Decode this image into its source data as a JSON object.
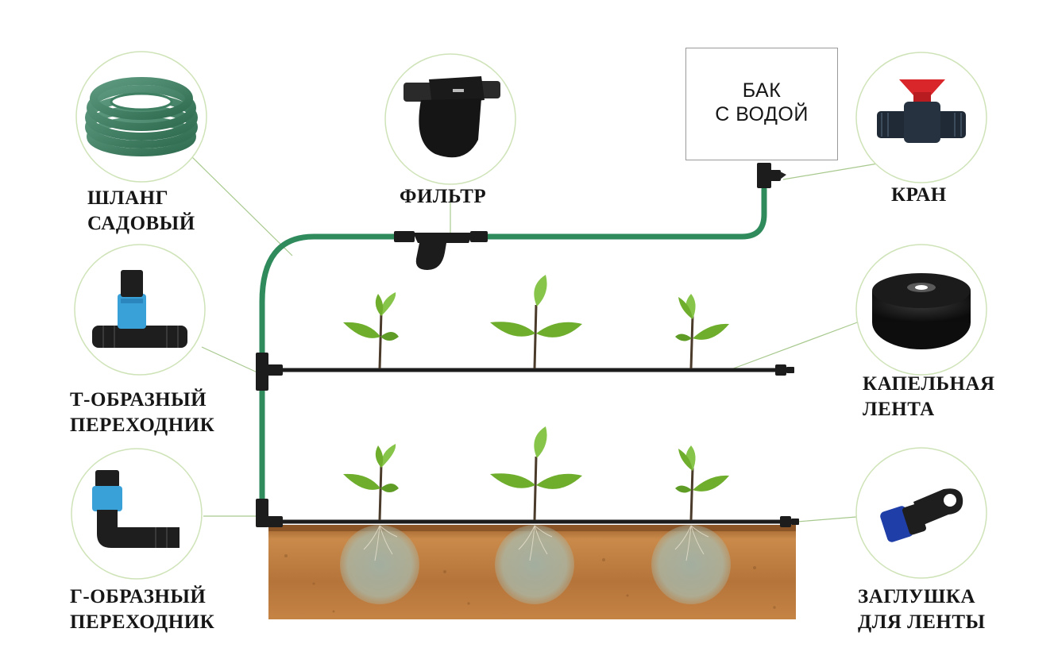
{
  "tank": {
    "line1": "БАК",
    "line2": "С ВОДОЙ"
  },
  "labels": {
    "hose": {
      "line1": "ШЛАНГ",
      "line2": "САДОВЫЙ"
    },
    "filter": {
      "line1": "ФИЛЬТР"
    },
    "valve": {
      "line1": "КРАН"
    },
    "tee": {
      "line1": "Т-ОБРАЗНЫЙ",
      "line2": "ПЕРЕХОДНИК"
    },
    "drip_tape": {
      "line1": "КАПЕЛЬНАЯ",
      "line2": "ЛЕНТА"
    },
    "elbow": {
      "line1": "Г-ОБРАЗНЫЙ",
      "line2": "ПЕРЕХОДНИК"
    },
    "end_cap": {
      "line1": "ЗАГЛУШКА",
      "line2": "ДЛЯ ЛЕНТЫ"
    }
  },
  "colors": {
    "hose_green": "#2f8a5c",
    "tape_black": "#1c1c1c",
    "leaf_green": "#6fae2c",
    "soil_brown": "#b8773c",
    "circle_border": "#cfe3b8",
    "fitting_blue": "#3aa0d8"
  }
}
